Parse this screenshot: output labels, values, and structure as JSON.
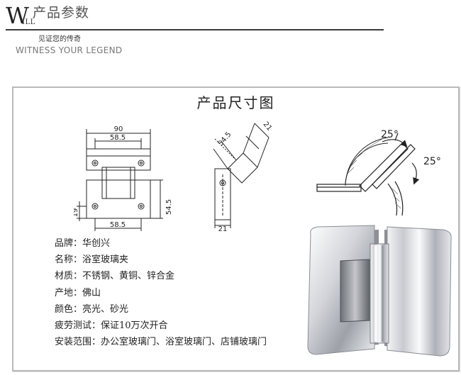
{
  "header": {
    "logo_letter": "W",
    "logo_suffix": "ILL",
    "title": "产品参数",
    "subtitle_cn": "见证您的传奇",
    "subtitle_en": "WITNESS YOUR LEGEND"
  },
  "panel": {
    "title": "产品尺寸图"
  },
  "dimensions": {
    "overall_width": "90",
    "inner_width_top": "58.5",
    "inner_width_bottom": "58.5",
    "height": "54.5",
    "offset": "19",
    "side_height": "54.5",
    "side_width_top": "21",
    "side_width_bottom": "21",
    "angle_top": "25°",
    "angle_right": "25°"
  },
  "specs": [
    {
      "label": "品牌：",
      "value": "华创兴"
    },
    {
      "label": "名称：",
      "value": "浴室玻璃夹"
    },
    {
      "label": "材质：",
      "value": "不锈钢、黄铜、锌合金"
    },
    {
      "label": "产地：",
      "value": "佛山"
    },
    {
      "label": "颜色：",
      "value": "亮光、砂光"
    },
    {
      "label": "疲劳测试：",
      "value": "保证10万次开合"
    },
    {
      "label": "安装范围：",
      "value": "办公室玻璃门、浴室玻璃门、店铺玻璃门"
    }
  ]
}
